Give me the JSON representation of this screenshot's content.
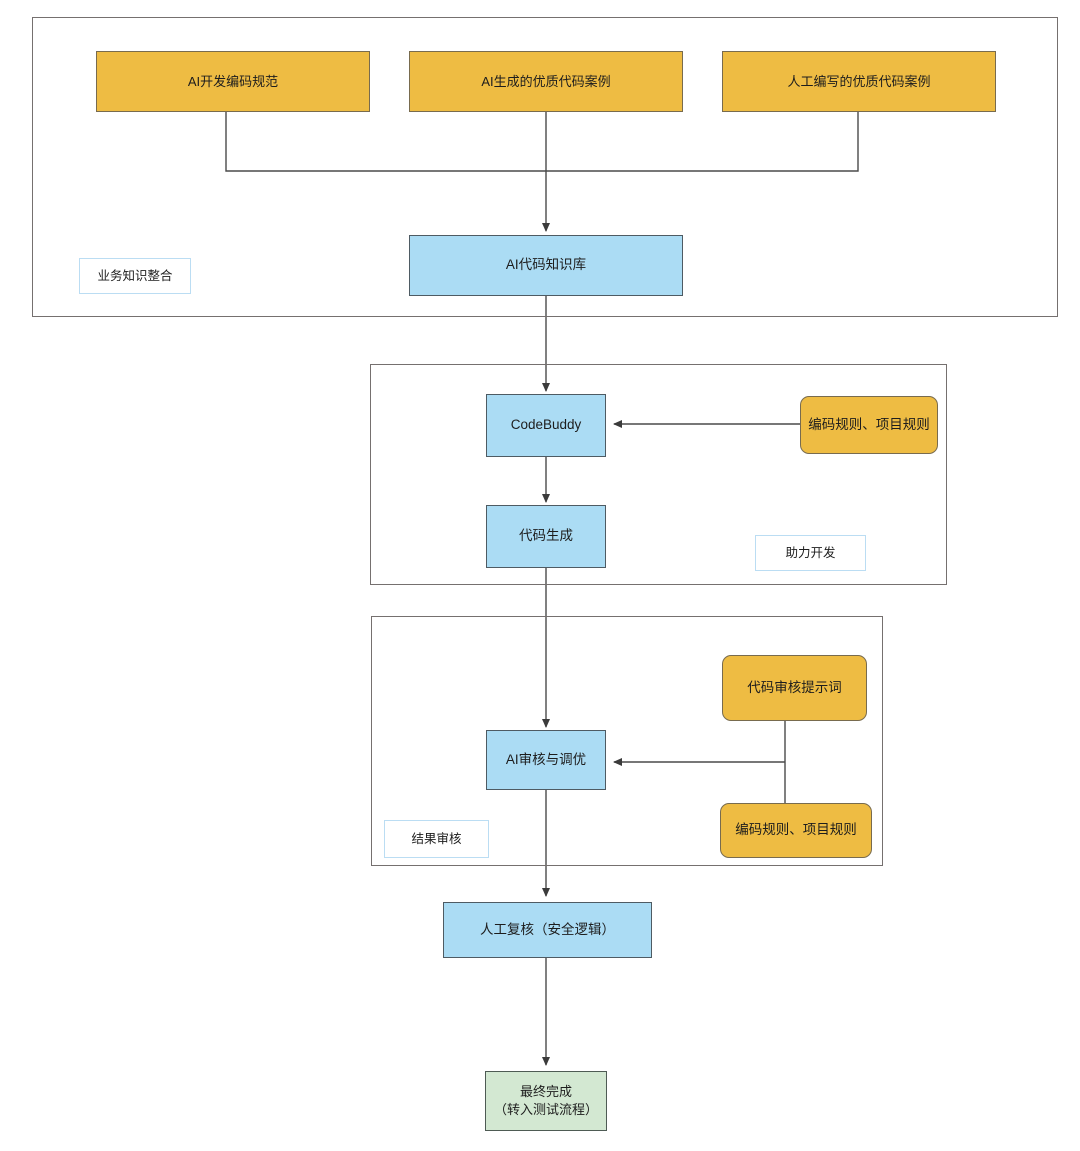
{
  "diagram": {
    "title_hidden": "",
    "groups": [
      {
        "id": "knowledge",
        "tag_label": "业务知识整合"
      },
      {
        "id": "develop",
        "tag_label": "助力开发"
      },
      {
        "id": "review",
        "tag_label": "结果审核"
      }
    ],
    "nodes": {
      "spec": "AI开发编码规范",
      "ai_cases": "AI生成的优质代码案例",
      "human_cases": "人工编写的优质代码案例",
      "kb": "AI代码知识库",
      "codebuddy": "CodeBuddy",
      "rules_dev": "编码规则、项目规则",
      "codegen": "代码生成",
      "review_prompt": "代码审核提示词",
      "rules_review": "编码规则、项目规则",
      "ai_review": "AI审核与调优",
      "human_check": "人工复核（安全逻辑）",
      "final": "最终完成\n（转入测试流程）"
    },
    "colors": {
      "orange_fill": "#EEBC43",
      "blue_fill": "#ABDCF4",
      "green_fill": "#D3E8D2",
      "group_border": "#75706f",
      "tag_border": "#BBDDF3",
      "line": "#4a4a4a",
      "text": "#1d1d1d"
    }
  }
}
